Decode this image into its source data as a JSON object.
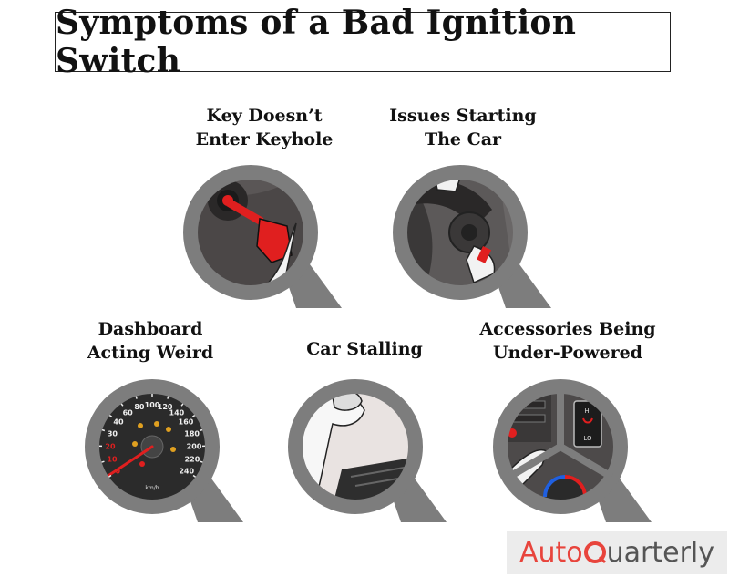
{
  "title": "Symptoms of a Bad Ignition Switch",
  "symptoms": [
    {
      "line1": "Key Doesn’t",
      "line2": "Enter Keyhole",
      "icon": "key-in-ignition-icon"
    },
    {
      "line1": "Issues Starting",
      "line2": "The Car",
      "icon": "hand-turning-key-icon"
    },
    {
      "line1": "Dashboard",
      "line2": "Acting Weird",
      "icon": "speedometer-icon"
    },
    {
      "line1": "Car Stalling",
      "line2": "",
      "icon": "frustrated-driver-icon"
    },
    {
      "line1": "Accessories Being",
      "line2": "Under-Powered",
      "icon": "car-controls-icon"
    }
  ],
  "speedometer": {
    "ticks": [
      "0",
      "10",
      "20",
      "30",
      "40",
      "60",
      "80",
      "100",
      "120",
      "140",
      "160",
      "180",
      "200",
      "220",
      "240"
    ],
    "unit": "km/h"
  },
  "seat_heater": {
    "hi": "HI",
    "lo": "LO"
  },
  "logo": {
    "part1": "Auto",
    "part2": "uarterly"
  },
  "colors": {
    "frame": "#7d7d7d",
    "accent": "#e01f1f",
    "logo_red": "#e8443c"
  }
}
